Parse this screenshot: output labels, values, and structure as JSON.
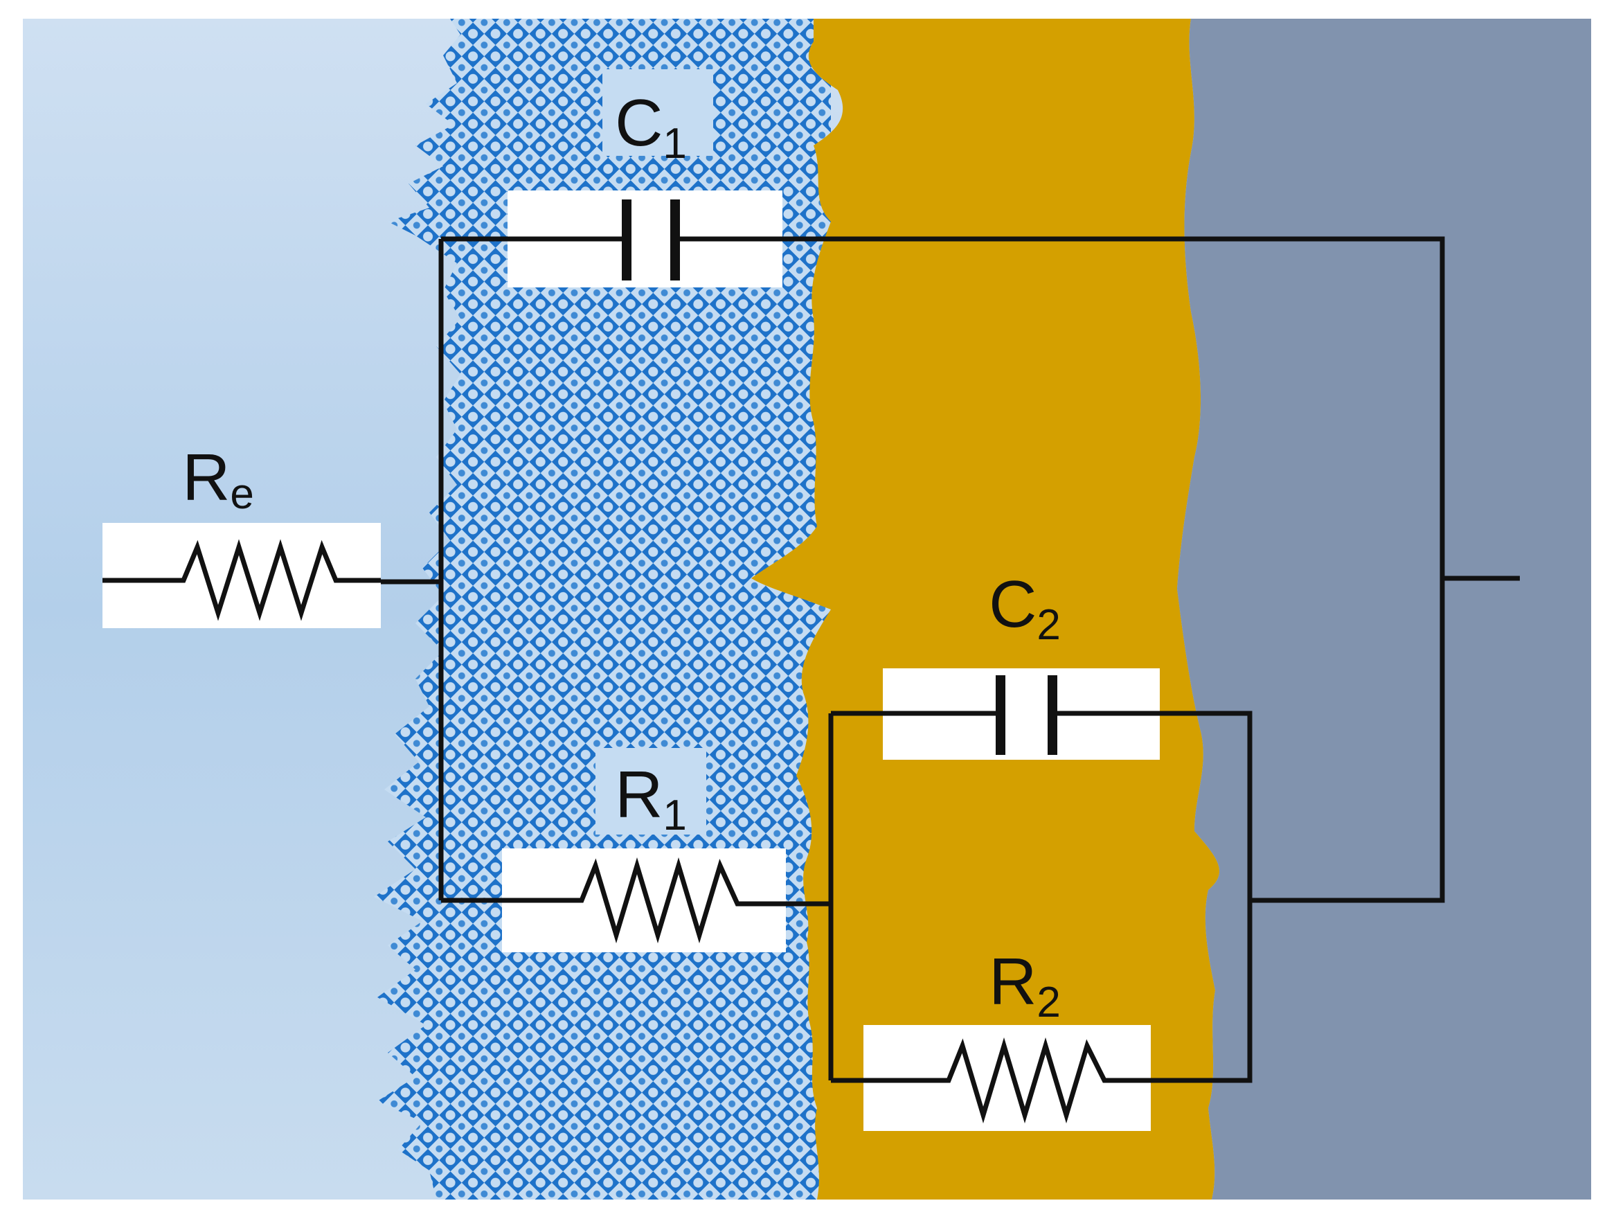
{
  "diagram": {
    "components": {
      "re": {
        "symbol": "R",
        "subscript": "e",
        "kind": "resistor"
      },
      "c1": {
        "symbol": "C",
        "subscript": "1",
        "kind": "capacitor"
      },
      "r1": {
        "symbol": "R",
        "subscript": "1",
        "kind": "resistor"
      },
      "c2": {
        "symbol": "C",
        "subscript": "2",
        "kind": "capacitor"
      },
      "r2": {
        "symbol": "R",
        "subscript": "2",
        "kind": "resistor"
      }
    },
    "regions": {
      "electrolyte": {
        "color": "#b8d3ea"
      },
      "porous_layer": {
        "color": "#1f73c8",
        "pattern": "bubbles"
      },
      "film": {
        "color": "#d4a000"
      },
      "substrate": {
        "color": "#8193ae"
      }
    },
    "wire_color": "#111111"
  }
}
